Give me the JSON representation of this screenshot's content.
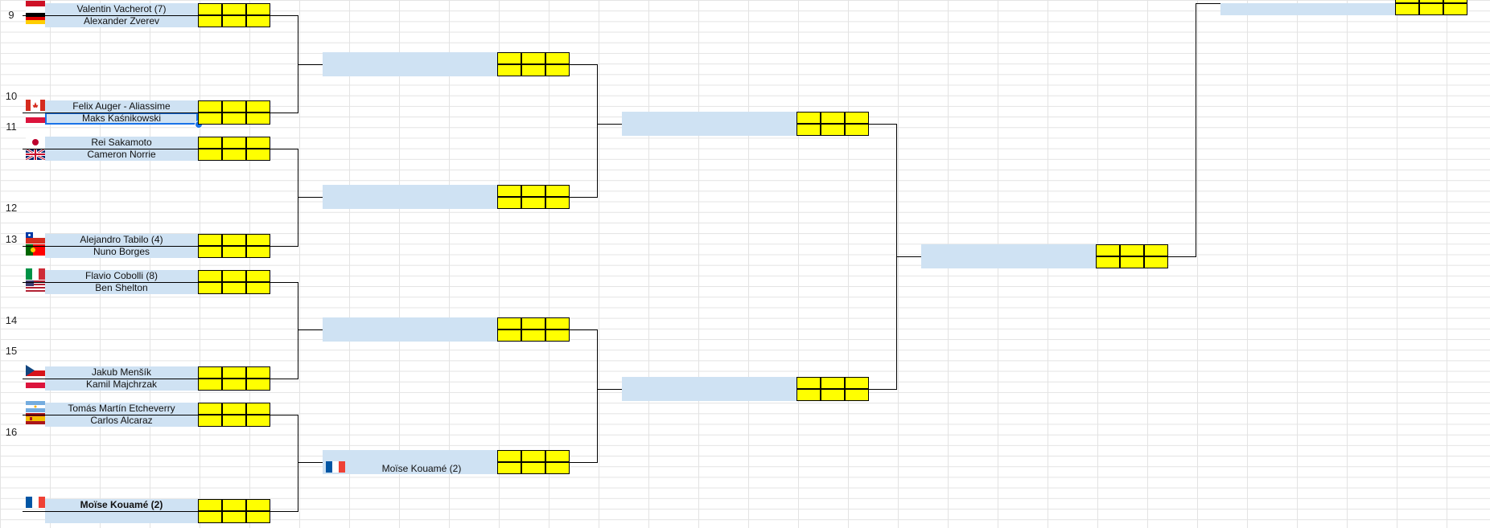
{
  "sheet": {
    "row_numbers": [
      "9",
      "10",
      "11",
      "12",
      "13",
      "14",
      "15",
      "16"
    ]
  },
  "round1": {
    "matches": [
      {
        "top": {
          "name": "Valentin Vacherot (7)",
          "flag": "monaco-flag"
        },
        "bottom": {
          "name": "Alexander Zverev",
          "flag": "germany-flag"
        }
      },
      {
        "top": {
          "name": "Felix Auger - Aliassime",
          "flag": "canada-flag"
        },
        "bottom": {
          "name": "Maks Kaśnikowski",
          "flag": "poland-flag"
        }
      },
      {
        "top": {
          "name": "Rei Sakamoto",
          "flag": "japan-flag"
        },
        "bottom": {
          "name": "Cameron Norrie",
          "flag": "uk-flag"
        }
      },
      {
        "top": {
          "name": "Alejandro Tabilo (4)",
          "flag": "chile-flag"
        },
        "bottom": {
          "name": "Nuno Borges",
          "flag": "portugal-flag"
        }
      },
      {
        "top": {
          "name": "Flavio Cobolli (8)",
          "flag": "italy-flag"
        },
        "bottom": {
          "name": "Ben Shelton",
          "flag": "usa-flag"
        }
      },
      {
        "top": {
          "name": "Jakub Menšík",
          "flag": "czech-flag"
        },
        "bottom": {
          "name": "Kamil Majchrzak",
          "flag": "poland-flag"
        }
      },
      {
        "top": {
          "name": "Tomás Martín Etcheverry",
          "flag": "argentina-flag"
        },
        "bottom": {
          "name": "Carlos Alcaraz",
          "flag": "spain-flag"
        }
      },
      {
        "top": {
          "name": "Moïse Kouamé (2)",
          "flag": "france-flag"
        },
        "bottom": {
          "name": "",
          "flag": ""
        }
      }
    ]
  },
  "round2": {
    "slots": [
      {
        "name": ""
      },
      {
        "name": ""
      },
      {
        "name": ""
      },
      {
        "name": "Moïse Kouamé (2)",
        "flag": "france-flag"
      }
    ]
  },
  "colors": {
    "name_fill": "#cfe2f3",
    "score_fill": "#ffff00",
    "selection": "#1a73e8"
  }
}
